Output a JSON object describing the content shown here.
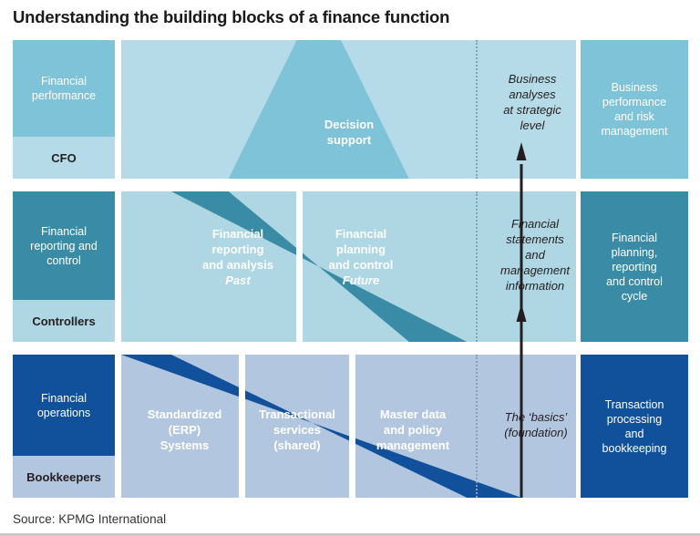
{
  "title": "Understanding the building blocks of a finance function",
  "source": "Source: KPMG International",
  "colors": {
    "row1_strong": "#7fc3d8",
    "row1_pale": "#b6dbe8",
    "row2_strong": "#3a8ca6",
    "row2_pale": "#aed6e3",
    "row3_strong": "#11519b",
    "row3_pale": "#b3c6e0",
    "text_dark": "#231f20",
    "arrow": "#231f20",
    "dotted_divider": "#8aa2ae"
  },
  "chart_data": {
    "type": "diagram",
    "title": "Understanding the building blocks of a finance function",
    "layout": "3 rows (CFO / Controllers / Bookkeepers) x pyramid of finance activities",
    "rows": [
      {
        "role_title": "Financial performance",
        "role_name": "CFO",
        "pyramid_cells": [
          "Decision support"
        ],
        "annotation": "Business analyses at strategic level",
        "outcome": "Business performance and risk management"
      },
      {
        "role_title": "Financial reporting and control",
        "role_name": "Controllers",
        "pyramid_cells": [
          "Financial reporting and analysis Past",
          "Financial planning and control Future"
        ],
        "annotation": "Financial statements and management information",
        "outcome": "Financial planning, reporting and control cycle"
      },
      {
        "role_title": "Financial operations",
        "role_name": "Bookkeepers",
        "pyramid_cells": [
          "Standardized (ERP) Systems",
          "Transactional services (shared)",
          "Master data and policy management"
        ],
        "annotation": "The ‘basics’ (foundation)",
        "outcome": "Transaction processing and bookkeeping"
      }
    ],
    "arrow": {
      "direction": "upward",
      "meaning": "foundation builds toward strategic level"
    }
  },
  "rows": [
    {
      "role_title": "Financial\nperformance",
      "role_name": "CFO",
      "cells": [
        {
          "line1": "Decision",
          "line2": "support"
        }
      ],
      "annotation": "Business\nanalyses\nat strategic\nlevel",
      "outcome": "Business\nperformance\nand risk\nmanagement"
    },
    {
      "role_title": "Financial\nreporting and\ncontrol",
      "role_name": "Controllers",
      "cells": [
        {
          "line1": "Financial",
          "line2": "reporting",
          "line3": "and analysis",
          "italic": "Past"
        },
        {
          "line1": "Financial",
          "line2": "planning",
          "line3": "and control",
          "italic": "Future"
        }
      ],
      "annotation": "Financial\nstatements\nand\nmanagement\ninformation",
      "outcome": "Financial\nplanning,\nreporting\nand control\ncycle"
    },
    {
      "role_title": "Financial\noperations",
      "role_name": "Bookkeepers",
      "cells": [
        {
          "line1": "Standardized",
          "line2": "(ERP)",
          "line3": "Systems"
        },
        {
          "line1": "Transactional",
          "line2": "services",
          "line3": "(shared)"
        },
        {
          "line1": "Master data",
          "line2": "and policy",
          "line3": "management"
        }
      ],
      "annotation": "The ‘basics’\n(foundation)",
      "outcome": "Transaction\nprocessing\nand\nbookkeeping"
    }
  ]
}
